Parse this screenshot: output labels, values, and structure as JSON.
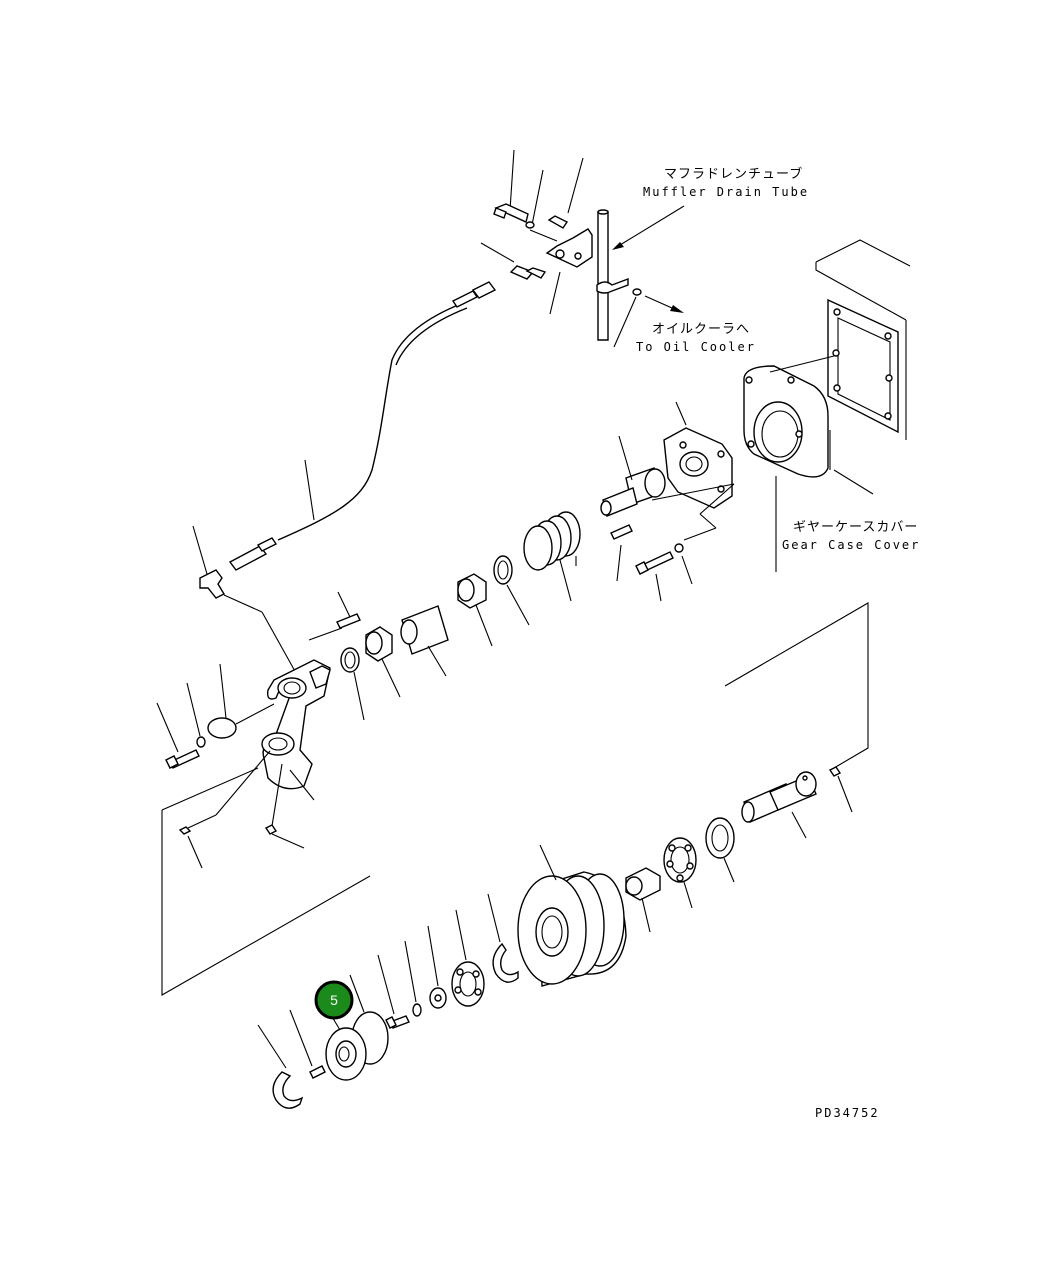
{
  "labels": {
    "muffler_drain_tube_jp": "マフラドレンチューブ",
    "muffler_drain_tube_en": "Muffler Drain Tube",
    "to_oil_cooler_jp": "オイルクーラへ",
    "to_oil_cooler_en": "To Oil Cooler",
    "gear_case_cover_jp": "ギヤーケースカバー",
    "gear_case_cover_en": "Gear Case Cover",
    "drawing_number": "PD34752"
  },
  "callout": {
    "number": "5",
    "color": "#1a8a1a"
  }
}
